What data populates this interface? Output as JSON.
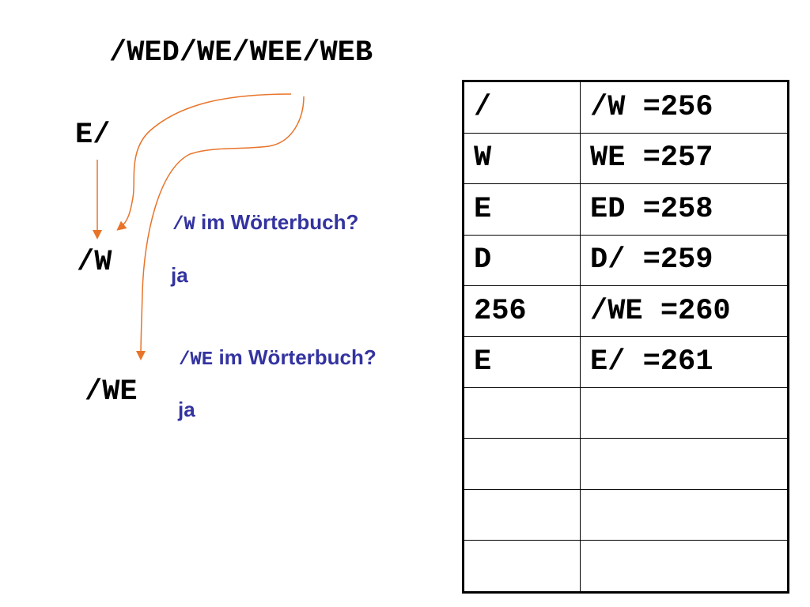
{
  "input_string": "/WED/WE/WEE/WEB",
  "tokens": {
    "e_slash": "E/",
    "slash_w": "/W",
    "slash_we": "/WE"
  },
  "questions": [
    {
      "code": "/W",
      "text": "im Wörterbuch?",
      "answer": "ja"
    },
    {
      "code": "/WE",
      "text": "im Wörterbuch?",
      "answer": "ja"
    }
  ],
  "colors": {
    "question_text": "#3333a0",
    "arrow": "#e8742a",
    "main_text": "#000000"
  },
  "table": {
    "rows": [
      [
        "/",
        "/W =256"
      ],
      [
        "W",
        "WE =257"
      ],
      [
        "E",
        "ED =258"
      ],
      [
        "D",
        "D/ =259"
      ],
      [
        "256",
        "/WE =260"
      ],
      [
        "E",
        "E/ =261"
      ],
      [
        "",
        ""
      ],
      [
        "",
        ""
      ],
      [
        "",
        ""
      ],
      [
        "",
        ""
      ]
    ]
  }
}
